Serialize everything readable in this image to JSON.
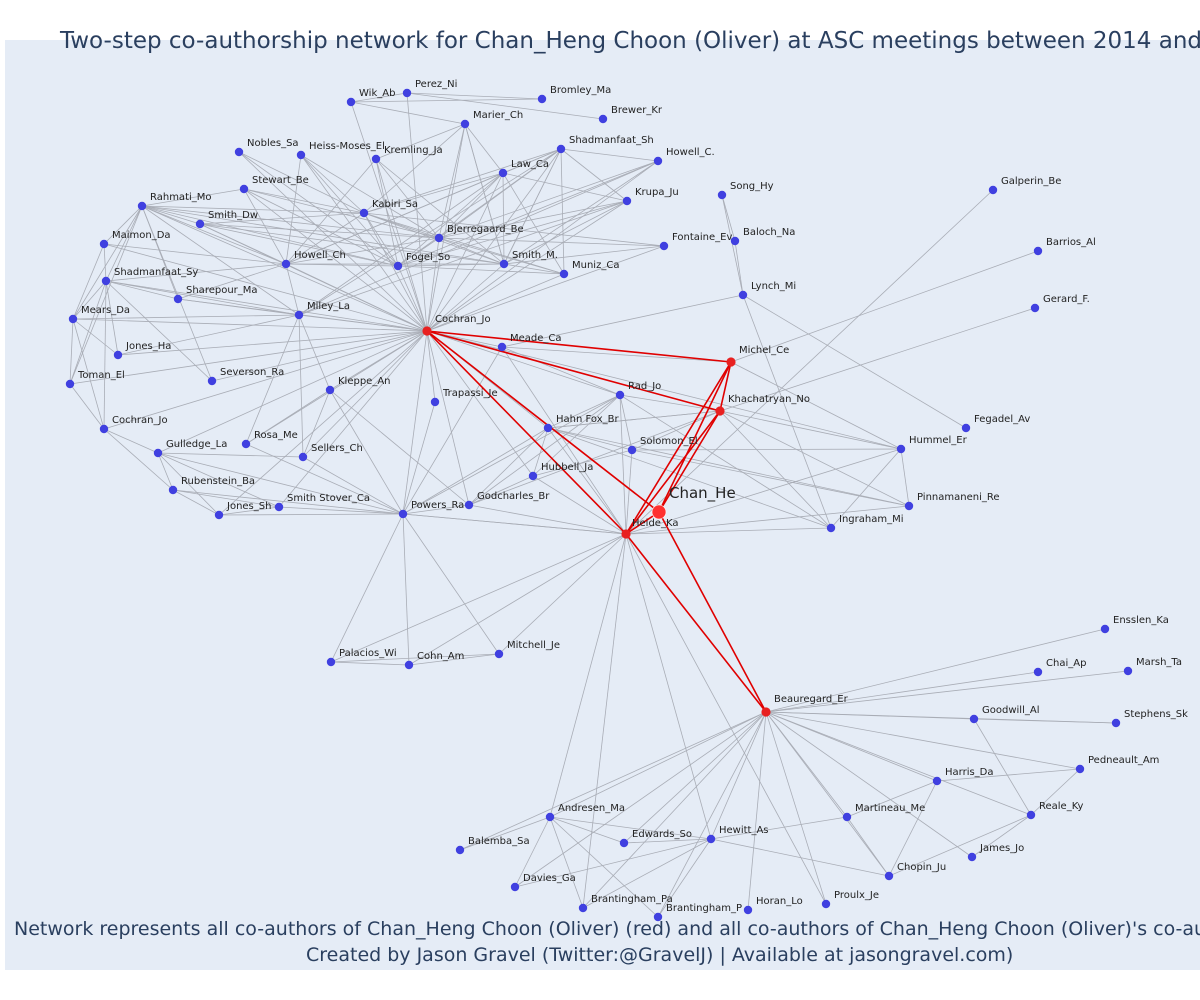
{
  "title": "Two-step co-authorship network for Chan_Heng Choon (Oliver) at ASC meetings between 2014 and",
  "caption_line1": "Network represents all co-authors of Chan_Heng Choon (Oliver) (red) and all co-authors of Chan_Heng Choon (Oliver)'s co-autho",
  "caption_line2": "Created by Jason Gravel (Twitter:@GravelJ) | Available at jasongravel.com)",
  "colors": {
    "background": "#e5ecf6",
    "node": "#4040e0",
    "focal_node": "#ff3030",
    "first_step_node": "#e82020",
    "first_step_edge": "#e00000",
    "other_edge": "#a9adb6",
    "text": "#2a3f5f"
  },
  "focal_label": "Chan_He",
  "nodes": [
    {
      "label": "Wik_Ab"
    },
    {
      "label": "Perez_Ni"
    },
    {
      "label": "Bromley_Ma"
    },
    {
      "label": "Marier_Ch"
    },
    {
      "label": "Brewer_Kr"
    },
    {
      "label": "Nobles_Sa"
    },
    {
      "label": "Heiss-Moses_El"
    },
    {
      "label": "Kremling_Ja"
    },
    {
      "label": "Shadmanfaat_Sh"
    },
    {
      "label": "Howell_C."
    },
    {
      "label": "Law_Ca"
    },
    {
      "label": "Stewart_Be"
    },
    {
      "label": "Rahmati_Mo"
    },
    {
      "label": "Smith_Dw"
    },
    {
      "label": "Kabiri_Sa"
    },
    {
      "label": "Krupa_Ju"
    },
    {
      "label": "Song_Hy"
    },
    {
      "label": "Galperin_Be"
    },
    {
      "label": "Bjerregaard_Be"
    },
    {
      "label": "Maimon_Da"
    },
    {
      "label": "Baloch_Na"
    },
    {
      "label": "Fontaine_Ev"
    },
    {
      "label": "Howell_Ch"
    },
    {
      "label": "Fogel_So"
    },
    {
      "label": "Smith_M."
    },
    {
      "label": "Muniz_Ca"
    },
    {
      "label": "Barrios_Al"
    },
    {
      "label": "Shadmanfaat_Sy"
    },
    {
      "label": "Sharepour_Ma"
    },
    {
      "label": "Lynch_Mi"
    },
    {
      "label": "Mears_Da"
    },
    {
      "label": "Miley_La"
    },
    {
      "label": "Gerard_F."
    },
    {
      "label": "Cochran_Jo",
      "group": "first"
    },
    {
      "label": "Jones_Ha"
    },
    {
      "label": "Meade_Ca"
    },
    {
      "label": "Michel_Ce",
      "group": "first"
    },
    {
      "label": "Toman_El"
    },
    {
      "label": "Severson_Ra"
    },
    {
      "label": "Kleppe_An"
    },
    {
      "label": "Rad_Jo"
    },
    {
      "label": "Trapassi_Je"
    },
    {
      "label": "Khachatryan_No",
      "group": "first"
    },
    {
      "label": "Cochran_Jo"
    },
    {
      "label": "Fegadel_Av"
    },
    {
      "label": "Hahn Fox_Br"
    },
    {
      "label": "Gulledge_La"
    },
    {
      "label": "Rosa_Me"
    },
    {
      "label": "Hummel_Er"
    },
    {
      "label": "Solomon_El"
    },
    {
      "label": "Sellers_Ch"
    },
    {
      "label": "Hubbell_Ja"
    },
    {
      "label": "Rubenstein_Ba"
    },
    {
      "label": "Godcharles_Br"
    },
    {
      "label": "Pinnamaneni_Re"
    },
    {
      "label": "Smith Stover_Ca"
    },
    {
      "label": "Jones_Sh"
    },
    {
      "label": "Powers_Ra"
    },
    {
      "label": "Heide_Ka",
      "group": "first"
    },
    {
      "label": "Ingraham_Mi"
    },
    {
      "label": "Palacios_Wi"
    },
    {
      "label": "Cohn_Am"
    },
    {
      "label": "Mitchell_Je"
    },
    {
      "label": "Ensslen_Ka"
    },
    {
      "label": "Chai_Ap"
    },
    {
      "label": "Marsh_Ta"
    },
    {
      "label": "Beauregard_Er",
      "group": "first"
    },
    {
      "label": "Goodwill_Al"
    },
    {
      "label": "Stephens_Sk"
    },
    {
      "label": "Pedneault_Am"
    },
    {
      "label": "Harris_Da"
    },
    {
      "label": "Reale_Ky"
    },
    {
      "label": "Andresen_Ma"
    },
    {
      "label": "Martineau_Me"
    },
    {
      "label": "Balemba_Sa"
    },
    {
      "label": "Edwards_So"
    },
    {
      "label": "Hewitt_As"
    },
    {
      "label": "James_Jo"
    },
    {
      "label": "Chopin_Ju"
    },
    {
      "label": "Davies_Ga"
    },
    {
      "label": "Proulx_Je"
    },
    {
      "label": "Brantingham_Pa"
    },
    {
      "label": "Horan_Lo"
    },
    {
      "label": "Brantingham_P"
    },
    {
      "label": "Chan_He",
      "group": "focal"
    }
  ]
}
